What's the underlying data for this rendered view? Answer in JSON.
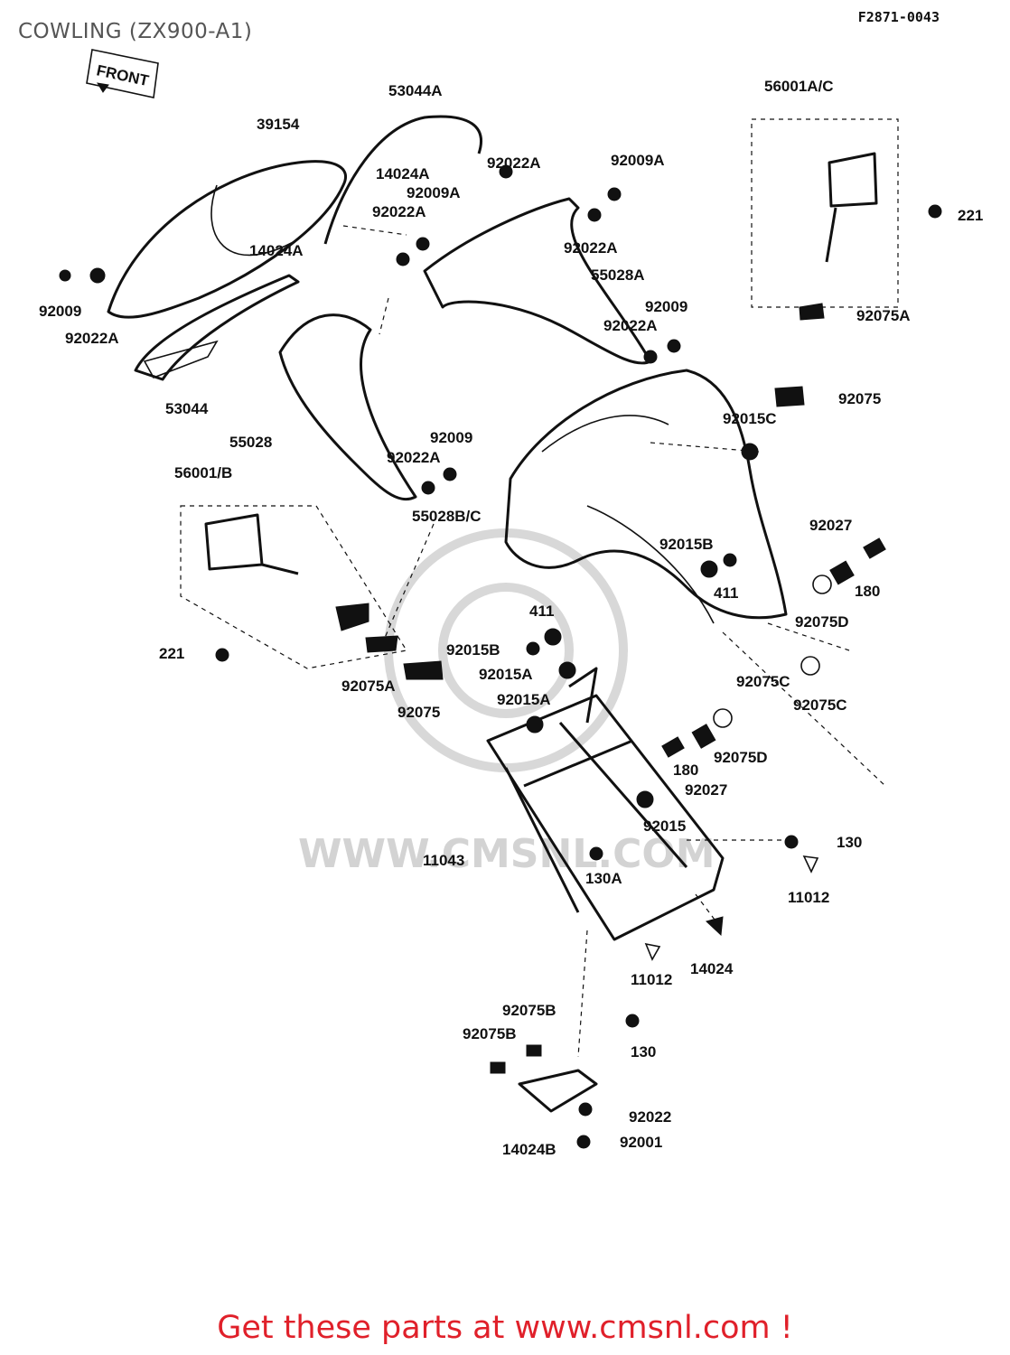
{
  "header": {
    "title": "COWLING (ZX900-A1)",
    "drawing_ref": "F2871-0043"
  },
  "diagram": {
    "front_marker": "FRONT",
    "watermark": "WWW.CMSNL.COM",
    "parts": [
      "53044A",
      "39154",
      "14024A",
      "92022A",
      "92009A",
      "14024A",
      "92022A",
      "92009A",
      "92022A",
      "55028A",
      "92009",
      "92022A",
      "53044",
      "92009",
      "92022A",
      "56001A/C",
      "221",
      "92075A",
      "92075",
      "92015C",
      "55028",
      "92009",
      "92022A",
      "55028B/C",
      "56001/B",
      "92027",
      "92015B",
      "411",
      "180",
      "92075D",
      "221",
      "411",
      "92015B",
      "92015A",
      "92075A",
      "92075",
      "92015A",
      "92075C",
      "92075C",
      "180",
      "92075D",
      "92027",
      "92015",
      "11043",
      "130A",
      "130",
      "11012",
      "11012",
      "14024",
      "92075B",
      "92075B",
      "130",
      "92022",
      "14024B",
      "92001"
    ]
  },
  "footer": {
    "cta": "Get these parts at www.cmsnl.com !"
  }
}
